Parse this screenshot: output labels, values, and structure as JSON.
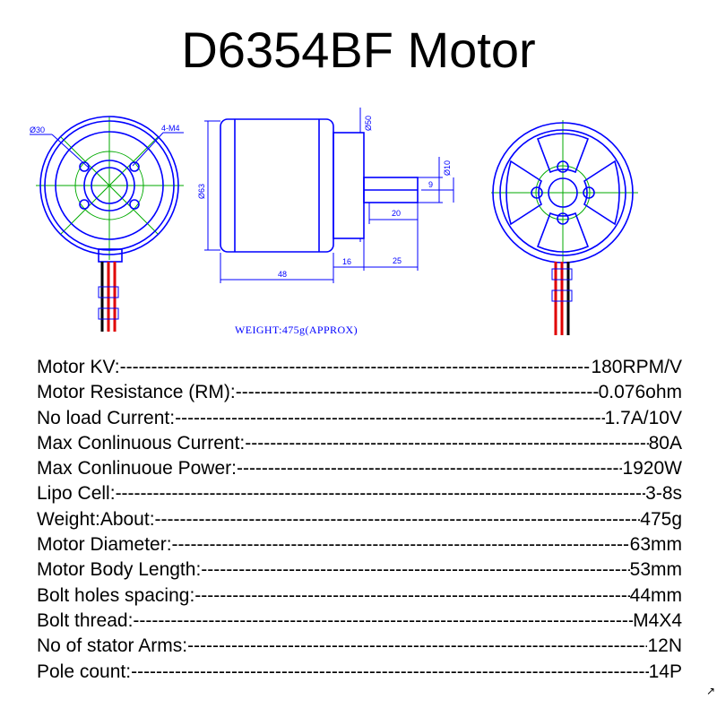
{
  "title": "D6354BF  Motor",
  "drawing": {
    "front_view": {
      "dim_bore": "Ø30",
      "dim_holes": "4-M4"
    },
    "side_view": {
      "dim_body_diameter": "Ø63",
      "dim_bell_diameter": "Ø50",
      "dim_shaft_diameter": "Ø10",
      "dim_shaft_flat": "9",
      "dim_shaft_length": "20",
      "dim_body_length": "48",
      "dim_mount_length": "16",
      "dim_shaft_total": "25"
    },
    "weight_note": "WEIGHT:475g(APPROX)",
    "colors": {
      "outline": "#0000ff",
      "center_lines": "#00aa00",
      "wire_red": "#e00000",
      "wire_black": "#000000"
    }
  },
  "specs": [
    {
      "label": "Motor  KV:",
      "value": "180RPM/V"
    },
    {
      "label": "Motor Resistance (RM):",
      "value": "0.076ohm"
    },
    {
      "label": "No load Current:",
      "value": "1.7A/10V"
    },
    {
      "label": "Max Conlinuous Current:",
      "value": "80A"
    },
    {
      "label": "Max Conlinuoue Power:",
      "value": "1920W"
    },
    {
      "label": "Lipo Cell:",
      "value": "3-8s"
    },
    {
      "label": "Weight:About:",
      "value": "475g"
    },
    {
      "label": "Motor Diameter:",
      "value": "63mm"
    },
    {
      "label": "Motor Body Length:",
      "value": "53mm"
    },
    {
      "label": "Bolt holes spacing:",
      "value": "44mm"
    },
    {
      "label": "Bolt thread:",
      "value": "M4X4"
    },
    {
      "label": "No of stator Arms:",
      "value": "12N"
    },
    {
      "label": "Pole count:",
      "value": "14P"
    }
  ]
}
